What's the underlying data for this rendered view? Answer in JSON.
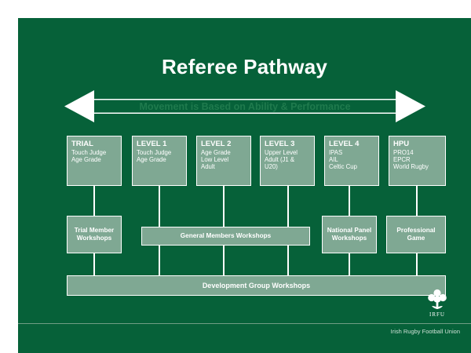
{
  "slide": {
    "title": "Referee Pathway",
    "banner_text": "Movement is Based on Ability & Performance",
    "background_color": "#066139",
    "node_color": "#7FA893",
    "accent_color": "#ffffff"
  },
  "levels": [
    {
      "title": "TRIAL",
      "lines": [
        "Touch Judge",
        "Age Grade"
      ]
    },
    {
      "title": "LEVEL 1",
      "lines": [
        "Touch Judge",
        "Age Grade"
      ]
    },
    {
      "title": "LEVEL 2",
      "lines": [
        "Age Grade",
        "Low Level",
        "Adult"
      ]
    },
    {
      "title": "LEVEL 3",
      "lines": [
        "Upper Level",
        "Adult (J1 &",
        "U20)"
      ]
    },
    {
      "title": "LEVEL 4",
      "lines": [
        "IPAS",
        "AIL",
        "Celtic Cup"
      ]
    },
    {
      "title": "HPU",
      "lines": [
        "PRO14",
        "EPCR",
        "World Rugby"
      ]
    }
  ],
  "workshops": {
    "trial": "Trial Member Workshops",
    "general": "General Members Workshops",
    "national": "National Panel Workshops",
    "professional": "Professional Game",
    "development": "Development  Group Workshops"
  },
  "footer": {
    "organisation": "Irish Rugby Football Union",
    "logo_wordmark": "IRFU"
  }
}
